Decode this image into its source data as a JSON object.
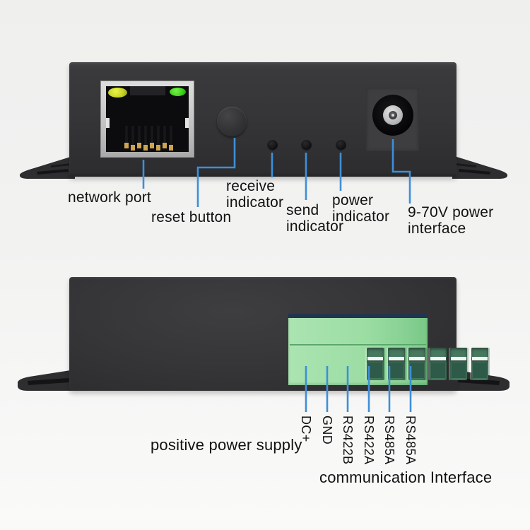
{
  "colors": {
    "callout_line": "#3d8fd8",
    "device_body": "#38383a",
    "terminal_block_green": "#9adfa5",
    "led_yellow": "#c9d32e",
    "led_green": "#3ecf1b",
    "label_text": "#121212",
    "background": "#f1f1f0"
  },
  "front": {
    "network_port": "network port",
    "reset_button": "reset button",
    "receive_line1": "receive",
    "receive_line2": "indicator",
    "send_line1": "send",
    "send_line2": "indicator",
    "power_line1": "power",
    "power_line2": "indicator",
    "psu_line1": "9-70V power",
    "psu_line2": "interface"
  },
  "rear": {
    "terminals": [
      "DC+",
      "GND",
      "RS422B",
      "RS422A",
      "RS485A",
      "RS485A"
    ],
    "positive_power_supply": "positive power supply",
    "communication_interface": "communication Interface"
  }
}
